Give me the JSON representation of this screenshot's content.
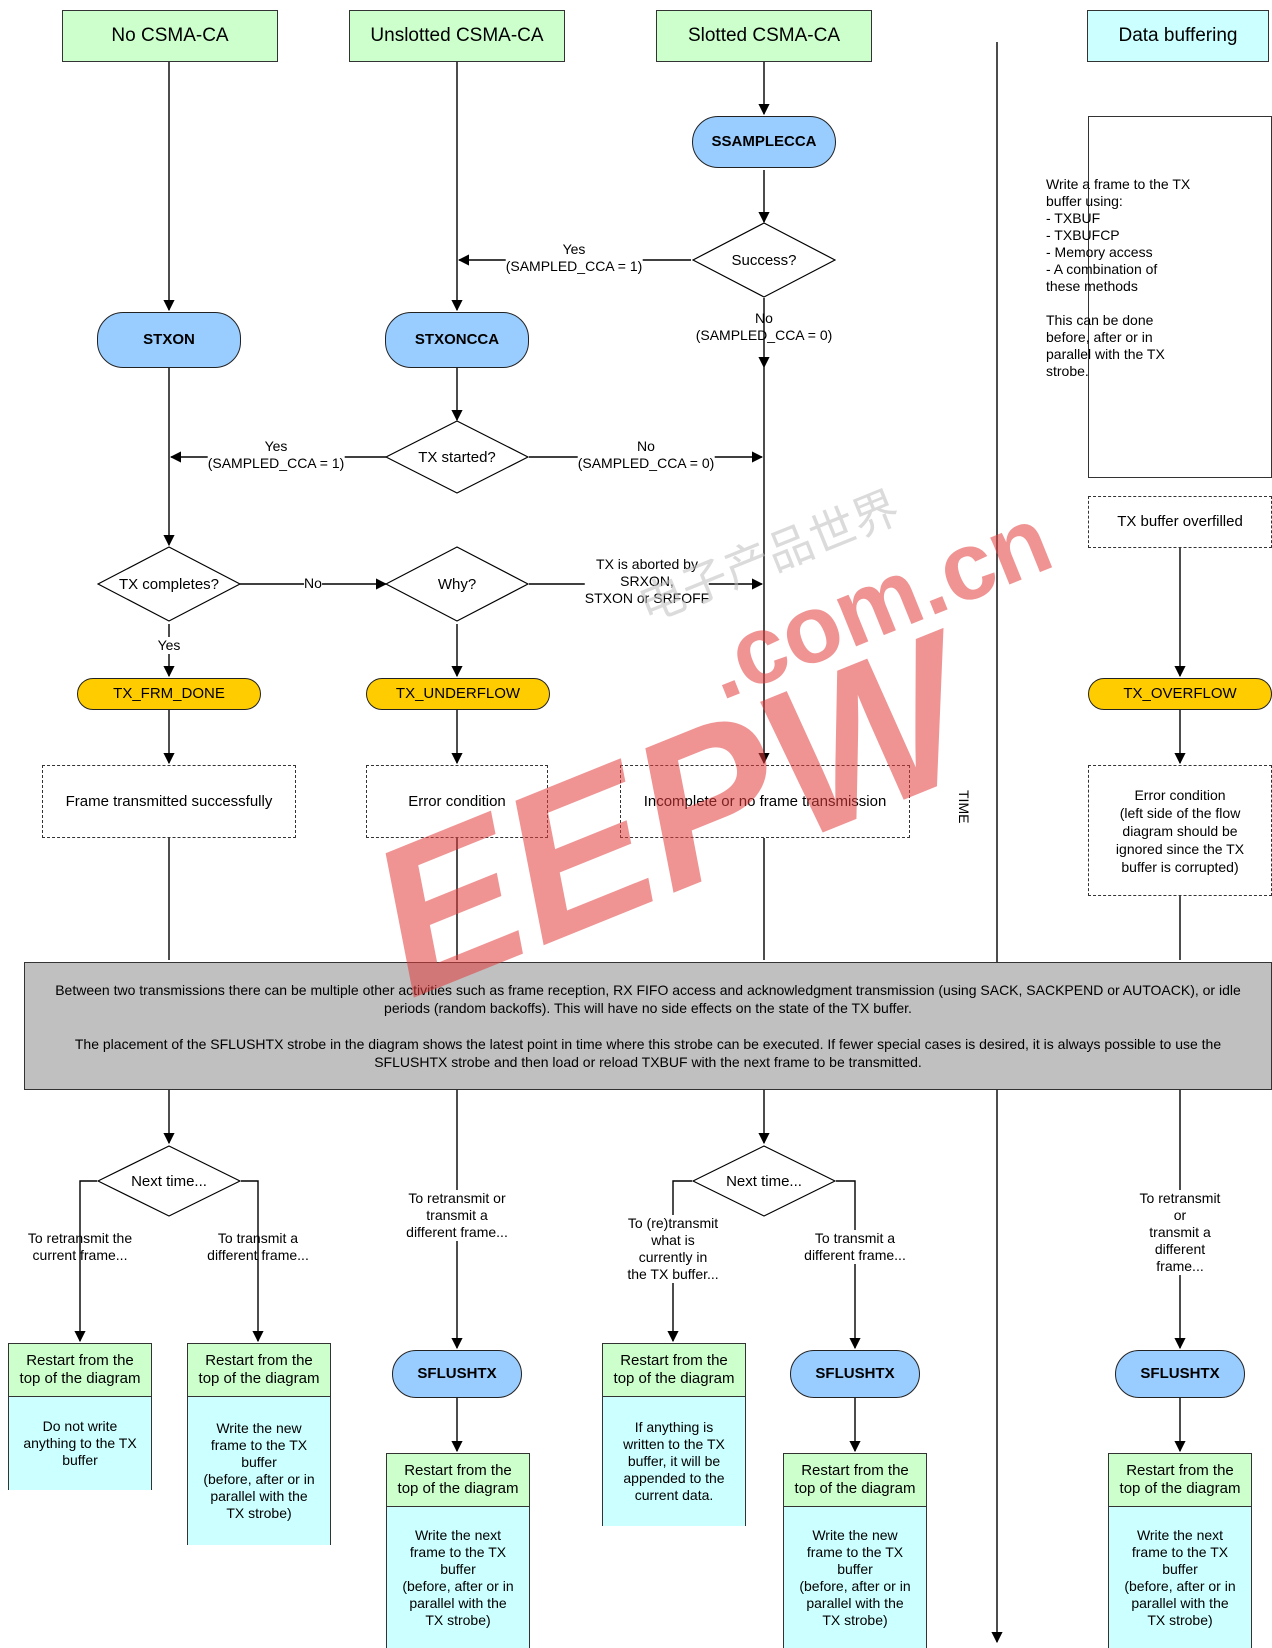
{
  "headers": {
    "no_csma": "No CSMA-CA",
    "unslotted": "Unslotted CSMA-CA",
    "slotted": "Slotted CSMA-CA",
    "data_buffering": "Data buffering"
  },
  "strobes": {
    "ssamplecca": "SSAMPLECCA",
    "stxon": "STXON",
    "stxoncca": "STXONCCA",
    "sflushtx": "SFLUSHTX"
  },
  "decisions": {
    "success": "Success?",
    "tx_started": "TX started?",
    "tx_completes": "TX completes?",
    "why": "Why?",
    "next_time": "Next time..."
  },
  "edge_labels": {
    "yes_sampled_1": "Yes\n(SAMPLED_CCA = 1)",
    "no_sampled_0": "No\n(SAMPLED_CCA = 0)",
    "no": "No",
    "yes": "Yes",
    "aborted": "TX is aborted by\nSRXON,\nSTXON or SRFOFF",
    "retransmit_current": "To retransmit the\ncurrent frame...",
    "transmit_different": "To transmit a\ndifferent frame...",
    "retransmit_or_different": "To retransmit or\ntransmit a\ndifferent frame...",
    "retransmit_buffer": "To (re)transmit\nwhat is\ncurrently in\nthe TX buffer..."
  },
  "events": {
    "tx_frm_done": "TX_FRM_DONE",
    "tx_underflow": "TX_UNDERFLOW",
    "tx_overflow": "TX_OVERFLOW"
  },
  "results": {
    "success": "Frame transmitted successfully",
    "error": "Error condition",
    "incomplete": "Incomplete or no frame transmission",
    "overflow_error": "Error condition\n(left side of the flow\ndiagram should be\nignored since the TX\nbuffer is corrupted)",
    "tx_buffer_overfilled": "TX buffer overfilled"
  },
  "buffer_note": "Write a frame to the TX\nbuffer using:\n- TXBUF\n- TXBUFCP\n- Memory access\n- A combination of\n  these methods\n\nThis can be done\nbefore, after or in\nparallel with the TX\nstrobe.",
  "info_text": {
    "p1": "Between two transmissions there can be multiple other activities such as frame reception, RX FIFO access and acknowledgment transmission (using SACK, SACKPEND or AUTOACK), or idle periods (random backoffs). This will have no side effects on the state of the TX buffer.",
    "p2": "The placement of the SFLUSHTX strobe in the diagram shows the latest point in time where this strobe can be executed. If fewer special cases is desired, it is always possible to use the SFLUSHTX strobe and then load or reload TXBUF with the next frame to be transmitted."
  },
  "time_label": "TIME",
  "restart": {
    "title": "Restart from the\ntop of the diagram",
    "do_not_write": "Do not write\nanything to the TX\nbuffer",
    "write_new": "Write the new\nframe to the TX\nbuffer\n(before, after or in\nparallel with the\nTX strobe)",
    "write_next": "Write the next\nframe to the TX\nbuffer\n(before, after or in\nparallel with the\nTX strobe)",
    "appended": "If anything is\nwritten to the TX\nbuffer, it will be\nappended to the\ncurrent data."
  },
  "watermark": {
    "brand": "EEPW",
    "domain": ".com.cn",
    "chinese": "电子产品世界"
  }
}
